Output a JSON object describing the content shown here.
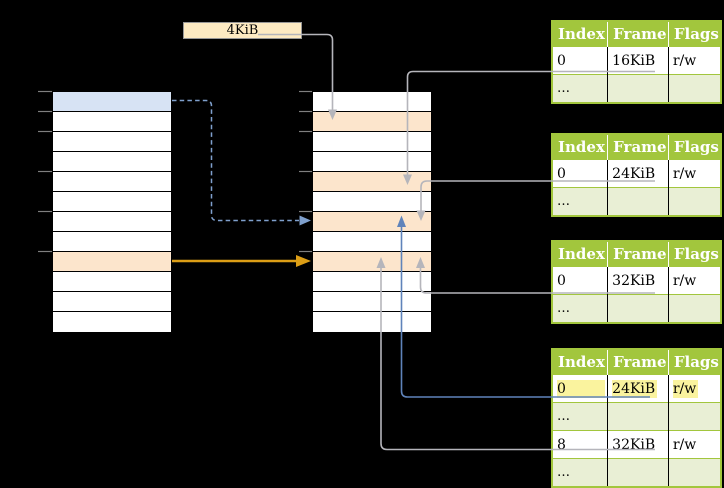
{
  "colors": {
    "background": "#000000",
    "row_blue": "#d7e3f4",
    "row_orange": "#fce5cc",
    "label_box_fill": "#fdeac2",
    "label_box_border": "#979797",
    "table_header_green": "#a2c63d",
    "table_row_light_green": "#e9efd5",
    "highlight_yellow": "#faf39e",
    "connector_gray": "#b5b5bb",
    "connector_blue": "#5f83ba",
    "connector_dashed_blue": "#7fa0cd",
    "connector_orange": "#dc9e16",
    "tick_gray": "#7f7f7f"
  },
  "page_size_label": "4KiB",
  "memory_columns": {
    "left": {
      "rows": [
        "blue",
        "white",
        "white",
        "white",
        "white",
        "white",
        "white",
        "white",
        "orange",
        "white",
        "white",
        "white"
      ]
    },
    "middle": {
      "rows": [
        "white",
        "orange",
        "white",
        "white",
        "orange",
        "white",
        "orange",
        "white",
        "orange",
        "white",
        "white",
        "white"
      ]
    }
  },
  "page_tables": [
    {
      "headers": [
        "Index",
        "Frame",
        "Flags"
      ],
      "rows": [
        {
          "variant": "plain",
          "cells": [
            "0",
            "16KiB",
            "r/w"
          ]
        },
        {
          "variant": "dots",
          "cells": [
            "…",
            "",
            ""
          ]
        }
      ]
    },
    {
      "headers": [
        "Index",
        "Frame",
        "Flags"
      ],
      "rows": [
        {
          "variant": "plain",
          "cells": [
            "0",
            "24KiB",
            "r/w"
          ]
        },
        {
          "variant": "dots",
          "cells": [
            "…",
            "",
            ""
          ]
        }
      ]
    },
    {
      "headers": [
        "Index",
        "Frame",
        "Flags"
      ],
      "rows": [
        {
          "variant": "plain",
          "cells": [
            "0",
            "32KiB",
            "r/w"
          ]
        },
        {
          "variant": "dots",
          "cells": [
            "…",
            "",
            ""
          ]
        }
      ]
    },
    {
      "headers": [
        "Index",
        "Frame",
        "Flags"
      ],
      "rows": [
        {
          "variant": "plain",
          "highlighted": true,
          "cells": [
            "0",
            "24KiB",
            "r/w"
          ]
        },
        {
          "variant": "dots",
          "cells": [
            "…",
            "",
            ""
          ]
        },
        {
          "variant": "plain",
          "cells": [
            "8",
            "32KiB",
            "r/w"
          ]
        },
        {
          "variant": "dots",
          "cells": [
            "…",
            "",
            ""
          ]
        }
      ]
    }
  ]
}
